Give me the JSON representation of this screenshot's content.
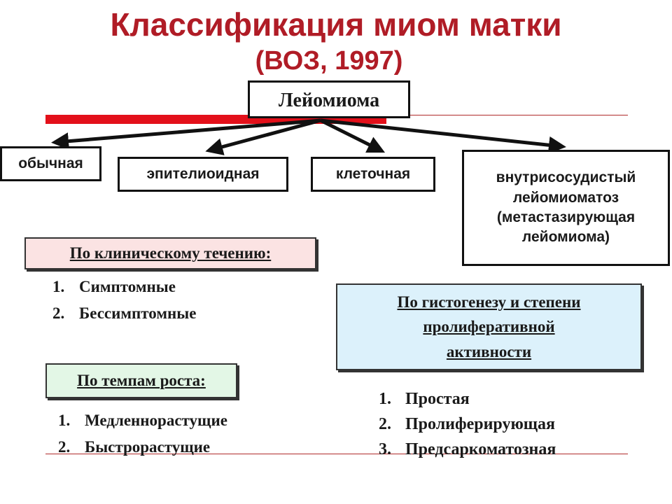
{
  "title": "Классификация миом матки",
  "subtitle": "(ВОЗ, 1997)",
  "root": "Лейомиома",
  "types": [
    {
      "label": "обычная"
    },
    {
      "label": "эпителиоидная"
    },
    {
      "label": "клеточная"
    },
    {
      "lines": [
        "внутрисосудистый",
        "лейомиоматоз",
        "(метастазирующая",
        "лейомиома)"
      ]
    }
  ],
  "clinical": {
    "heading": "По клиническому течению:",
    "items": [
      "1.",
      "Симптомные",
      "2.",
      "Бессимптомные"
    ]
  },
  "growth": {
    "heading": "По темпам роста:",
    "items": [
      "1.",
      "Медленнорастущие",
      "2.",
      "Быстрорастущие"
    ]
  },
  "histogenesis": {
    "heading_lines": [
      "По гистогенезу и степени",
      "пролиферативной",
      "активности"
    ],
    "items": [
      "1.",
      "Простая",
      "2.",
      "Пролиферирующая",
      "3.",
      "Предсаркоматозная"
    ]
  },
  "colors": {
    "title": "#b01c26",
    "clinical_bg": "#fbe3e3",
    "growth_bg": "#e3f7e6",
    "histogenesis_bg": "#dcf1fb"
  }
}
